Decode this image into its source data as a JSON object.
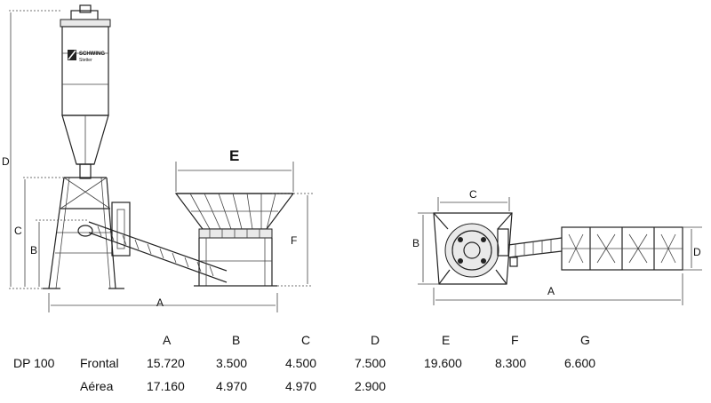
{
  "front_view": {
    "brand_lines": [
      "SCHWING",
      "Stetter"
    ],
    "labels": {
      "a": "A",
      "b": "B",
      "c": "C",
      "d": "D",
      "e": "E",
      "f": "F"
    }
  },
  "top_view": {
    "labels": {
      "a": "A",
      "b": "B",
      "c": "C",
      "d": "D"
    }
  },
  "specs": {
    "headers": [
      "A",
      "B",
      "C",
      "D",
      "E",
      "F",
      "G"
    ],
    "model": "DP 100",
    "rows": [
      {
        "label": "Frontal",
        "values": [
          "15.720",
          "3.500",
          "4.500",
          "7.500",
          "19.600",
          "8.300",
          "6.600"
        ]
      },
      {
        "label": "Aérea",
        "values": [
          "17.160",
          "4.970",
          "4.970",
          "2.900"
        ]
      }
    ]
  }
}
